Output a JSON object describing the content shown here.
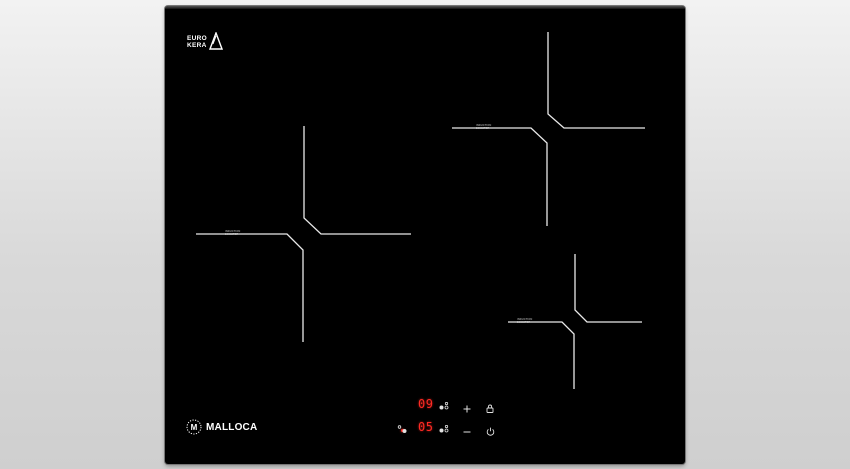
{
  "brand": {
    "top_logo_line1": "EURO",
    "top_logo_line2": "KERA",
    "emblem_letter": "M",
    "name": "MALLOCA"
  },
  "zone_labels": {
    "left": [
      "INDUCTION",
      "BOOSTER"
    ],
    "top_right": [
      "INDUCTION",
      "BOOSTER"
    ],
    "bottom_right": [
      "INDUCTION",
      "BOOSTER"
    ]
  },
  "display": {
    "timer_value": "09",
    "power_value": "05"
  },
  "icons": {
    "zone_select": "zone-select-icon",
    "plus": "plus-icon",
    "minus": "minus-icon",
    "lock": "lock-icon",
    "power": "power-icon"
  },
  "colors": {
    "glass": "#000000",
    "zone_lines": "#e9e9e9",
    "led": "#ff2a24",
    "background": "#e0e0e0"
  }
}
